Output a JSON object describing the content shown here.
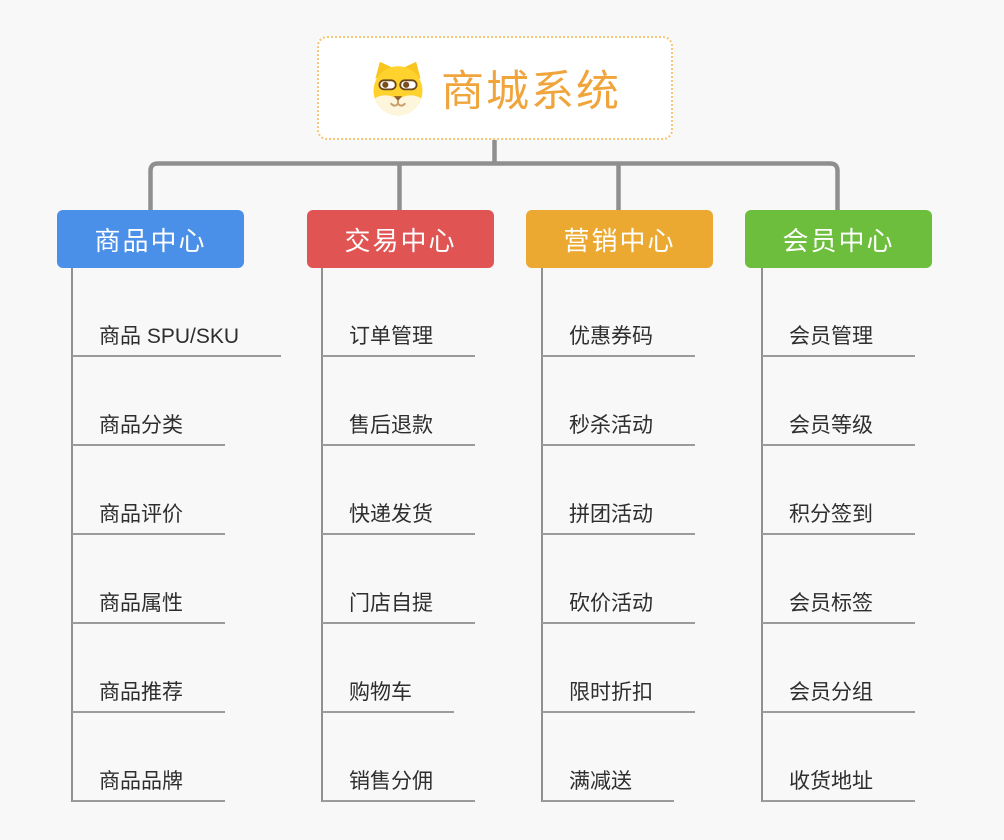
{
  "page": {
    "background_color": "#F8F8F8"
  },
  "connector": {
    "line_color": "#8F8F8F",
    "underline_color": "#9B9B9B"
  },
  "root": {
    "title": "商城系统",
    "icon": "dog-face-icon",
    "title_color": "#F0A53C",
    "border_color": "#F6C578",
    "background_color": "#FFFFFF"
  },
  "branches": [
    {
      "label": "商品中心",
      "color": "#4A8FE8",
      "children": [
        "商品 SPU/SKU",
        "商品分类",
        "商品评价",
        "商品属性",
        "商品推荐",
        "商品品牌"
      ]
    },
    {
      "label": "交易中心",
      "color": "#E05553",
      "children": [
        "订单管理",
        "售后退款",
        "快递发货",
        "门店自提",
        "购物车",
        "销售分佣"
      ]
    },
    {
      "label": "营销中心",
      "color": "#EBA931",
      "children": [
        "优惠券码",
        "秒杀活动",
        "拼团活动",
        "砍价活动",
        "限时折扣",
        "满减送"
      ]
    },
    {
      "label": "会员中心",
      "color": "#6CBE3C",
      "children": [
        "会员管理",
        "会员等级",
        "积分签到",
        "会员标签",
        "会员分组",
        "收货地址"
      ]
    }
  ]
}
